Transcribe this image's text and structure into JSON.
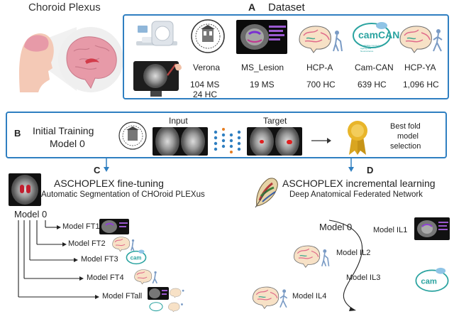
{
  "header": {
    "title": "Choroid Plexus"
  },
  "panelA": {
    "letter": "A",
    "title": "Dataset",
    "datasets": [
      {
        "name": "Verona",
        "line1": "104 MS",
        "line2": "24 HC"
      },
      {
        "name": "MS_Lesion",
        "line1": "19 MS",
        "line2": ""
      },
      {
        "name": "HCP-A",
        "line1": "700 HC",
        "line2": ""
      },
      {
        "name": "Cam-CAN",
        "line1": "639 HC",
        "line2": ""
      },
      {
        "name": "HCP-YA",
        "line1": "1,096 HC",
        "line2": ""
      }
    ],
    "camcan_logo": "camCAN",
    "camcan_sub": "Cambridge Centre for Ageing and Neuroscience"
  },
  "panelB": {
    "letter": "B",
    "title_line1": "Initial Training",
    "title_line2": "Model 0",
    "input": "Input",
    "target": "Target",
    "best1": "Best fold",
    "best2": "model",
    "best3": "selection"
  },
  "panelC": {
    "letter": "C",
    "title": "ASCHOPLEX fine-tuning",
    "subtitle": "Automatic Segmentation of CHOroid PLEXus",
    "root": "Model 0",
    "models": [
      "Model FT1",
      "Model FT2",
      "Model FT3",
      "Model FT4",
      "Model FTall"
    ]
  },
  "panelD": {
    "letter": "D",
    "title": "ASCHOPLEX incremental learning",
    "subtitle": "Deep Anatomical Federated Network",
    "root": "Model 0",
    "models": [
      "Model IL1",
      "Model IL2",
      "Model IL3",
      "Model IL4"
    ]
  },
  "colors": {
    "frame": "#2f7fc1",
    "arrow": "#2f7fc1",
    "brain": "#e9a6b8",
    "teal": "#2aa3a0"
  }
}
